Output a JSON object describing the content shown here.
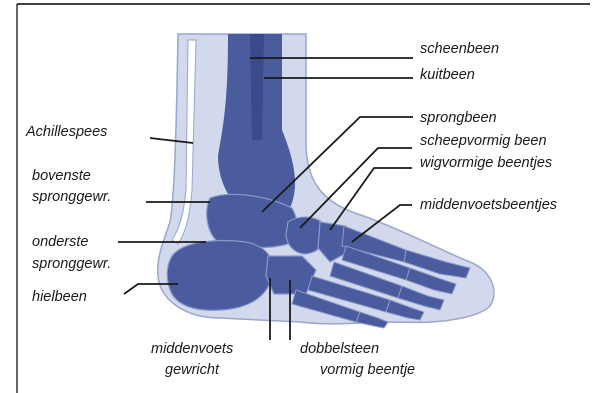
{
  "labels": {
    "scheenbeen": "scheenbeen",
    "kuitbeen": "kuitbeen",
    "achillespees": "Achillespees",
    "sprongbeen": "sprongbeen",
    "scheepvormig_been": "scheepvormig been",
    "wigvormige_beentjes": "wigvormige beentjes",
    "bovenste_line1": "bovenste",
    "bovenste_line2": "spronggewr.",
    "middenvoetsbeentjes": "middenvoetsbeentjes",
    "onderste_line1": "onderste",
    "onderste_line2": "spronggewr.",
    "hielbeen": "hielbeen",
    "middenvoets_line1": "middenvoets",
    "middenvoets_line2": "gewricht",
    "dobbelsteen_line1": "dobbelsteen",
    "dobbelsteen_line2": "vormig beentje"
  },
  "colors": {
    "skin": "#d3d9ec",
    "skin_outline": "#9aa6cc",
    "bone": "#4b5c9e",
    "bone_dark": "#3a4a8a",
    "bone_highlight": "#8a99c8",
    "leader_line": "#1a1a1a",
    "frame": "#000000"
  }
}
